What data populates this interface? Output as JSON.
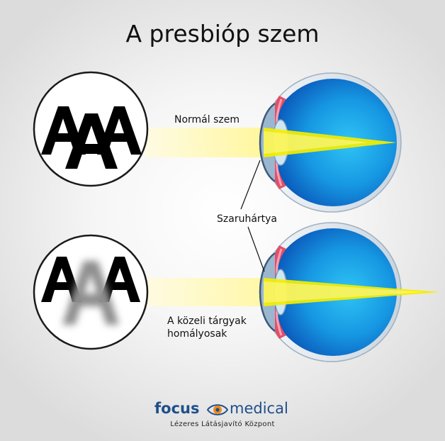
{
  "title": "A presbióp szem",
  "labels": {
    "normal": "Normál szem",
    "cornea": "Szaruhártya",
    "blurry_line1": "A közeli tárgyak",
    "blurry_line2": "homályosak"
  },
  "chart_letter": "A",
  "logo": {
    "word1": "focus",
    "word2": "medical",
    "tagline": "Lézeres Látásjavító Központ",
    "icon": "eye-icon"
  },
  "colors": {
    "beam": "#f5f000",
    "eye_blue": "#1aa8e8",
    "logo_blue": "#1e4f8a",
    "logo_orange": "#f28c1a",
    "blurred_letter": "#8e8e8e"
  }
}
